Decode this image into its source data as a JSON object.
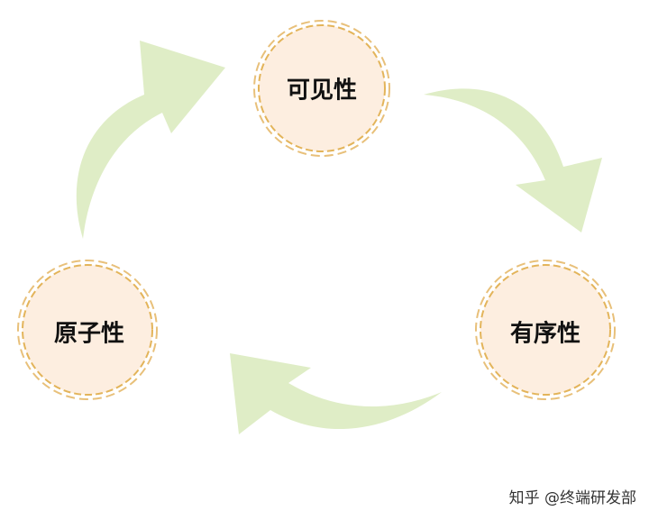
{
  "nodes": [
    {
      "id": "visibility",
      "label": "可见性"
    },
    {
      "id": "atomicity",
      "label": "原子性"
    },
    {
      "id": "ordering",
      "label": "有序性"
    }
  ],
  "watermark": "知乎 @终端研发部",
  "colors": {
    "circle_fill": "#fdeee0",
    "circle_stroke": "#e3b45a",
    "arrow": "#dfedc6"
  }
}
